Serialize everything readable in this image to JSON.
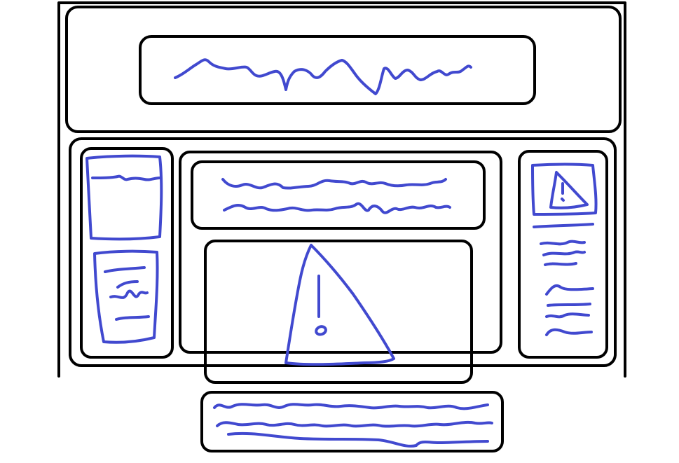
{
  "colors": {
    "frame": "#000000",
    "ink": "#4149cf",
    "background": "#ffffff"
  },
  "wireframe": {
    "header": {
      "kind": "banner-placeholder",
      "content": "scribble-text"
    },
    "left_sidebar": {
      "kind": "card-stack",
      "cards": 2
    },
    "main": {
      "text_block": {
        "kind": "text-placeholder",
        "lines": 2
      },
      "media": {
        "kind": "image-placeholder",
        "icon": "warning-triangle-icon"
      }
    },
    "right_sidebar": {
      "kind": "card",
      "icon": "warning-triangle-icon",
      "list_lines": 6
    },
    "footer_note": {
      "kind": "text-placeholder",
      "lines": 3
    }
  }
}
